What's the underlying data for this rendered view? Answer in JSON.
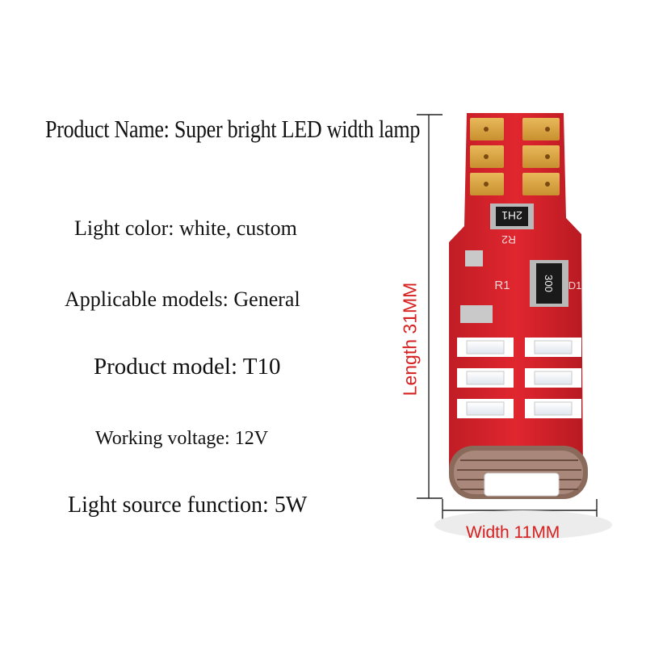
{
  "specs": {
    "product_name": "Product Name: Super bright LED width lamp",
    "light_color": "Light color: white, custom",
    "applicable_models": "Applicable models: General",
    "product_model": "Product model: T10",
    "working_voltage": "Working voltage: 12V",
    "light_source_function": "Light source function: 5W"
  },
  "dimensions": {
    "length": "Length 31MM",
    "width": "Width 11MM"
  },
  "pcb_markings": {
    "resistor_top_code": "2H1",
    "resistor_mid_code": "300",
    "label_r2": "R2",
    "label_r1": "R1",
    "label_d1": "D1"
  },
  "colors": {
    "pcb_red": "#d8232c",
    "pad_gold": "#d9a441",
    "label_red": "#d62020",
    "led_white": "#f4f7fb"
  },
  "icons": {
    "product_image": "t10-led-bulb-image"
  }
}
